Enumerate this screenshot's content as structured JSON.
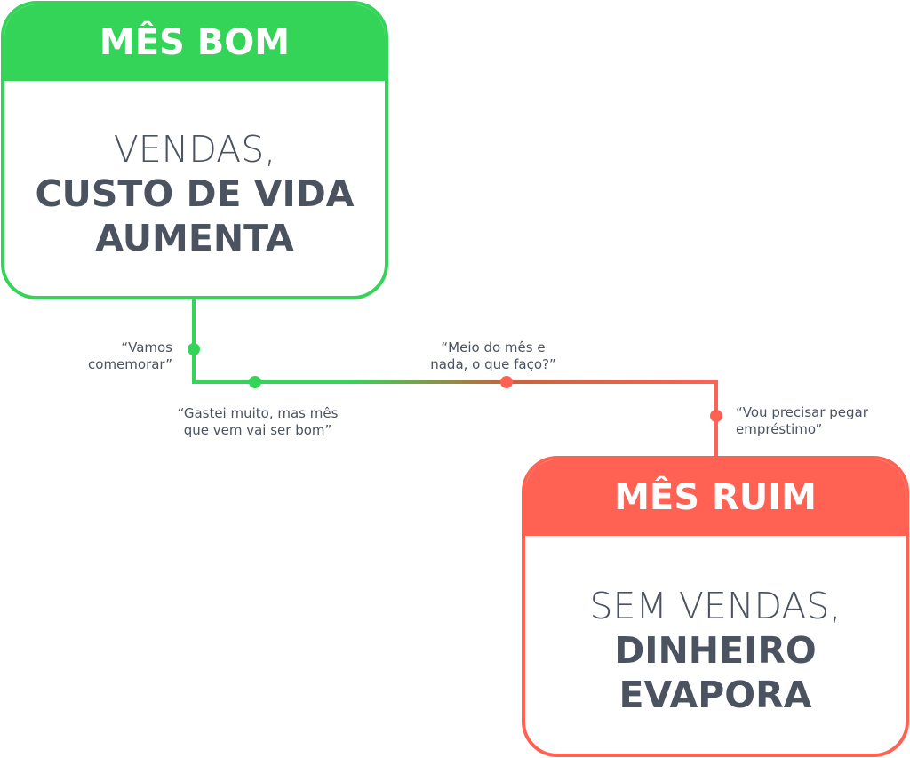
{
  "good_month": {
    "title": "MÊS BOM",
    "line1": "VENDAS,",
    "line2": "CUSTO DE VIDA",
    "line3": "AUMENTA",
    "color": "#33d457"
  },
  "bad_month": {
    "title": "MÊS RUIM",
    "line1": "SEM VENDAS,",
    "line2": "DINHEIRO",
    "line3": "EVAPORA",
    "color": "#ff6152"
  },
  "quotes": [
    {
      "text": "“Vamos comemorar”"
    },
    {
      "text": "“Gastei muito, mas mês que vem vai ser bom”"
    },
    {
      "text": "“Meio do mês e nada, o que faço?”"
    },
    {
      "text": "“Vou precisar pegar empréstimo”"
    }
  ]
}
